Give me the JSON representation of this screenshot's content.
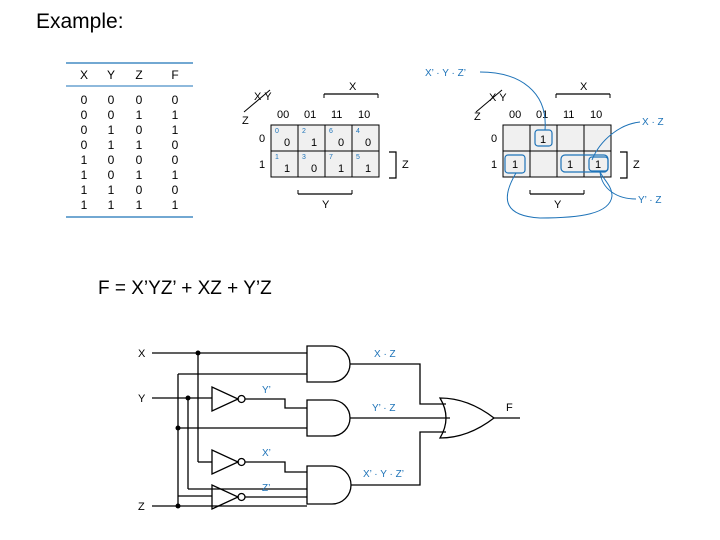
{
  "title": "Example:",
  "formula": "F = X’YZ’ + XZ + Y’Z",
  "truth_table": {
    "headers": [
      "X",
      "Y",
      "Z",
      "F"
    ],
    "rows": [
      [
        "0",
        "0",
        "0",
        "0"
      ],
      [
        "0",
        "0",
        "1",
        "1"
      ],
      [
        "0",
        "1",
        "0",
        "1"
      ],
      [
        "0",
        "1",
        "1",
        "0"
      ],
      [
        "1",
        "0",
        "0",
        "0"
      ],
      [
        "1",
        "0",
        "1",
        "1"
      ],
      [
        "1",
        "1",
        "0",
        "0"
      ],
      [
        "1",
        "1",
        "1",
        "1"
      ]
    ]
  },
  "kmap1": {
    "corner_top": "X Y",
    "corner_left": "Z",
    "var_x": "X",
    "var_y": "Y",
    "var_z": "Z",
    "col_headers": [
      "00",
      "01",
      "11",
      "10"
    ],
    "row_headers": [
      "0",
      "1"
    ],
    "minterms": [
      [
        "0",
        "2",
        "6",
        "4"
      ],
      [
        "1",
        "3",
        "7",
        "5"
      ]
    ],
    "values": [
      [
        "0",
        "1",
        "0",
        "0"
      ],
      [
        "1",
        "0",
        "1",
        "1"
      ]
    ]
  },
  "kmap2": {
    "corner_top": "X Y",
    "corner_left": "Z",
    "var_x": "X",
    "var_y": "Y",
    "var_z": "Z",
    "col_headers": [
      "00",
      "01",
      "11",
      "10"
    ],
    "row_headers": [
      "0",
      "1"
    ],
    "values": [
      [
        "",
        "1",
        "",
        ""
      ],
      [
        "1",
        "",
        "1",
        "1"
      ]
    ],
    "term_xyz": "X’ · Y · Z’",
    "term_xz": "X · Z",
    "term_yz": "Y’ · Z"
  },
  "circuit": {
    "inputs": [
      "X",
      "Y",
      "Z"
    ],
    "inverters": [
      "Y’",
      "X’",
      "Z’"
    ],
    "and_outputs": [
      "X · Z",
      "Y’ · Z",
      "X’ · Y · Z’"
    ],
    "output": "F"
  },
  "colors": {
    "accent": "#1e73b8",
    "line": "#000000"
  }
}
